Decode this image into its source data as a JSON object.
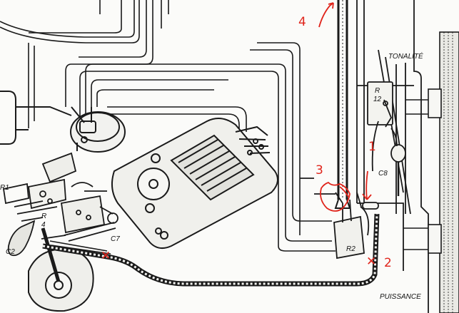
{
  "diagram": {
    "labels": {
      "tonalite": "TONALITÉ",
      "puissance": "PUISSANCE",
      "r12_r": "R",
      "r12_num": "12",
      "c8": "C8",
      "r2": "R2",
      "r1": "R1",
      "r4_r": "R",
      "r4_num": "4",
      "c7": "C7",
      "c2": "C2"
    },
    "annotations": {
      "mark_1": "1",
      "mark_2": "2",
      "mark_3": "3",
      "mark_4": "4",
      "cross_c7": "✕",
      "cross_r2": "✕"
    },
    "colors": {
      "ink": "#1a1a1a",
      "annotation": "#e0241b",
      "paper": "#fbfbf9"
    }
  }
}
